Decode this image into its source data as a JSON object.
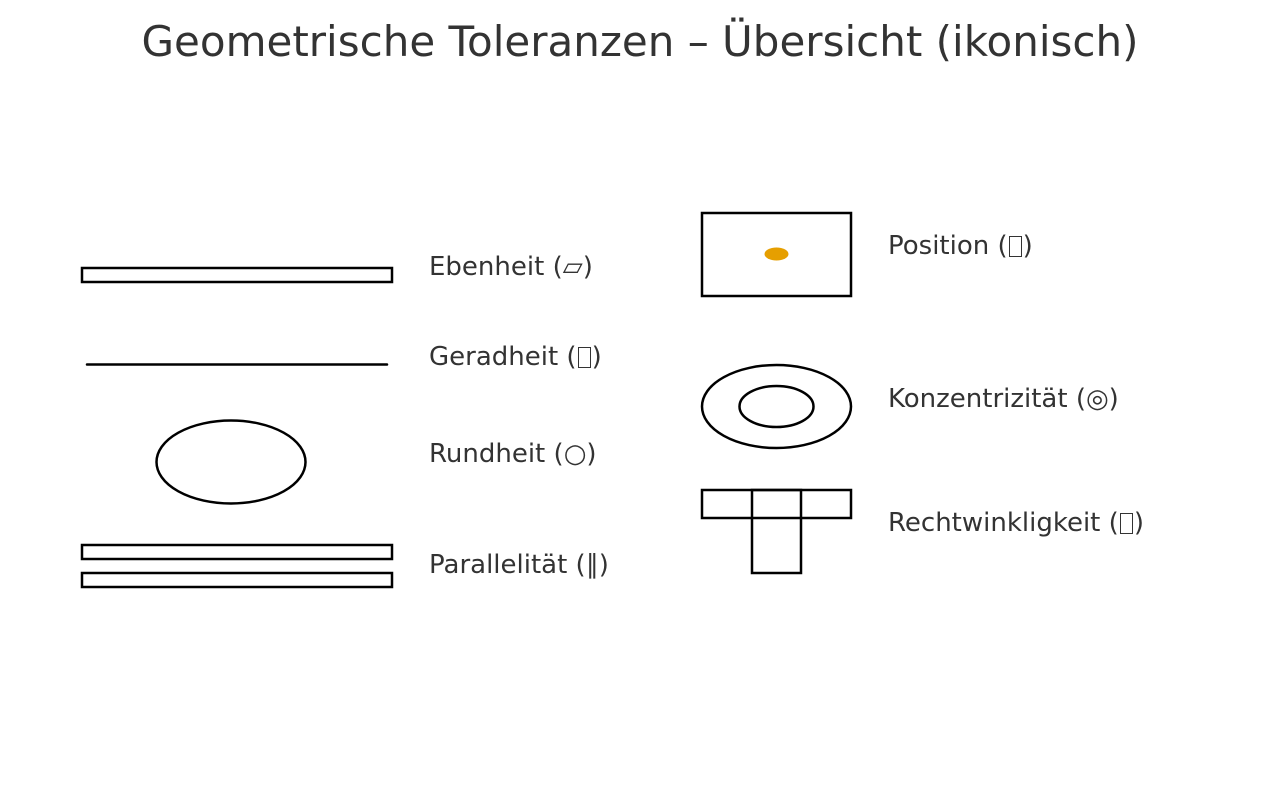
{
  "title": "Geometrische Toleranzen – Übersicht (ikonisch)",
  "items": [
    {
      "name": "Ebenheit",
      "symbol": "▱",
      "glyph_rendered": true
    },
    {
      "name": "Geradheit",
      "symbol": "",
      "glyph_rendered": false
    },
    {
      "name": "Rundheit",
      "symbol": "○",
      "glyph_rendered": true
    },
    {
      "name": "Parallelität",
      "symbol": "∥",
      "glyph_rendered": true
    },
    {
      "name": "Position",
      "symbol": "",
      "glyph_rendered": false
    },
    {
      "name": "Konzentrizität",
      "symbol": "◎",
      "glyph_rendered": true
    },
    {
      "name": "Rechtwinkligkeit",
      "symbol": "",
      "glyph_rendered": false
    }
  ],
  "colors": {
    "stroke": "#000000",
    "text": "#333333",
    "accent": "#E69F00"
  }
}
